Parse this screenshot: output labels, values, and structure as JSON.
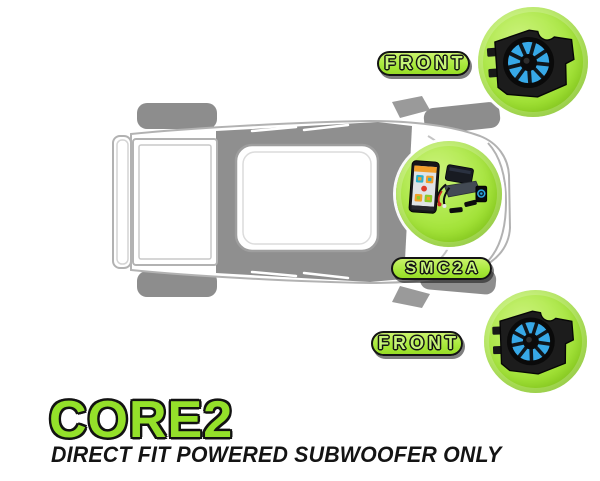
{
  "branding": {
    "logo": "CORE2",
    "tagline": "DIRECT FIT POWERED SUBWOOFER ONLY"
  },
  "callouts": {
    "front_top": {
      "label": "FRONT",
      "icon": "subwoofer-speaker-icon",
      "position": "top-right"
    },
    "smc2a": {
      "label": "SMC2A",
      "icon": "smc2a-amplifier-kit-icon",
      "position": "middle-right"
    },
    "front_bottom": {
      "label": "FRONT",
      "icon": "subwoofer-speaker-icon",
      "position": "bottom-right"
    }
  },
  "illustration": {
    "vehicle": "pickup-truck-top-view",
    "vehicle_front": "right"
  },
  "colors": {
    "accent_green": "#A3E637",
    "pill_green": "#A9EC3F",
    "pill_border": "#141414",
    "logo_green": "#94E02A",
    "tagline_black": "#141414",
    "speaker_cone_blue": "#37A9E8",
    "vehicle_gray_dark": "#8D8D8D",
    "vehicle_line_gray": "#B2B2B2",
    "phone_screen_orange": "#F29F2A",
    "remote_ring_blue": "#2BA7E0"
  }
}
